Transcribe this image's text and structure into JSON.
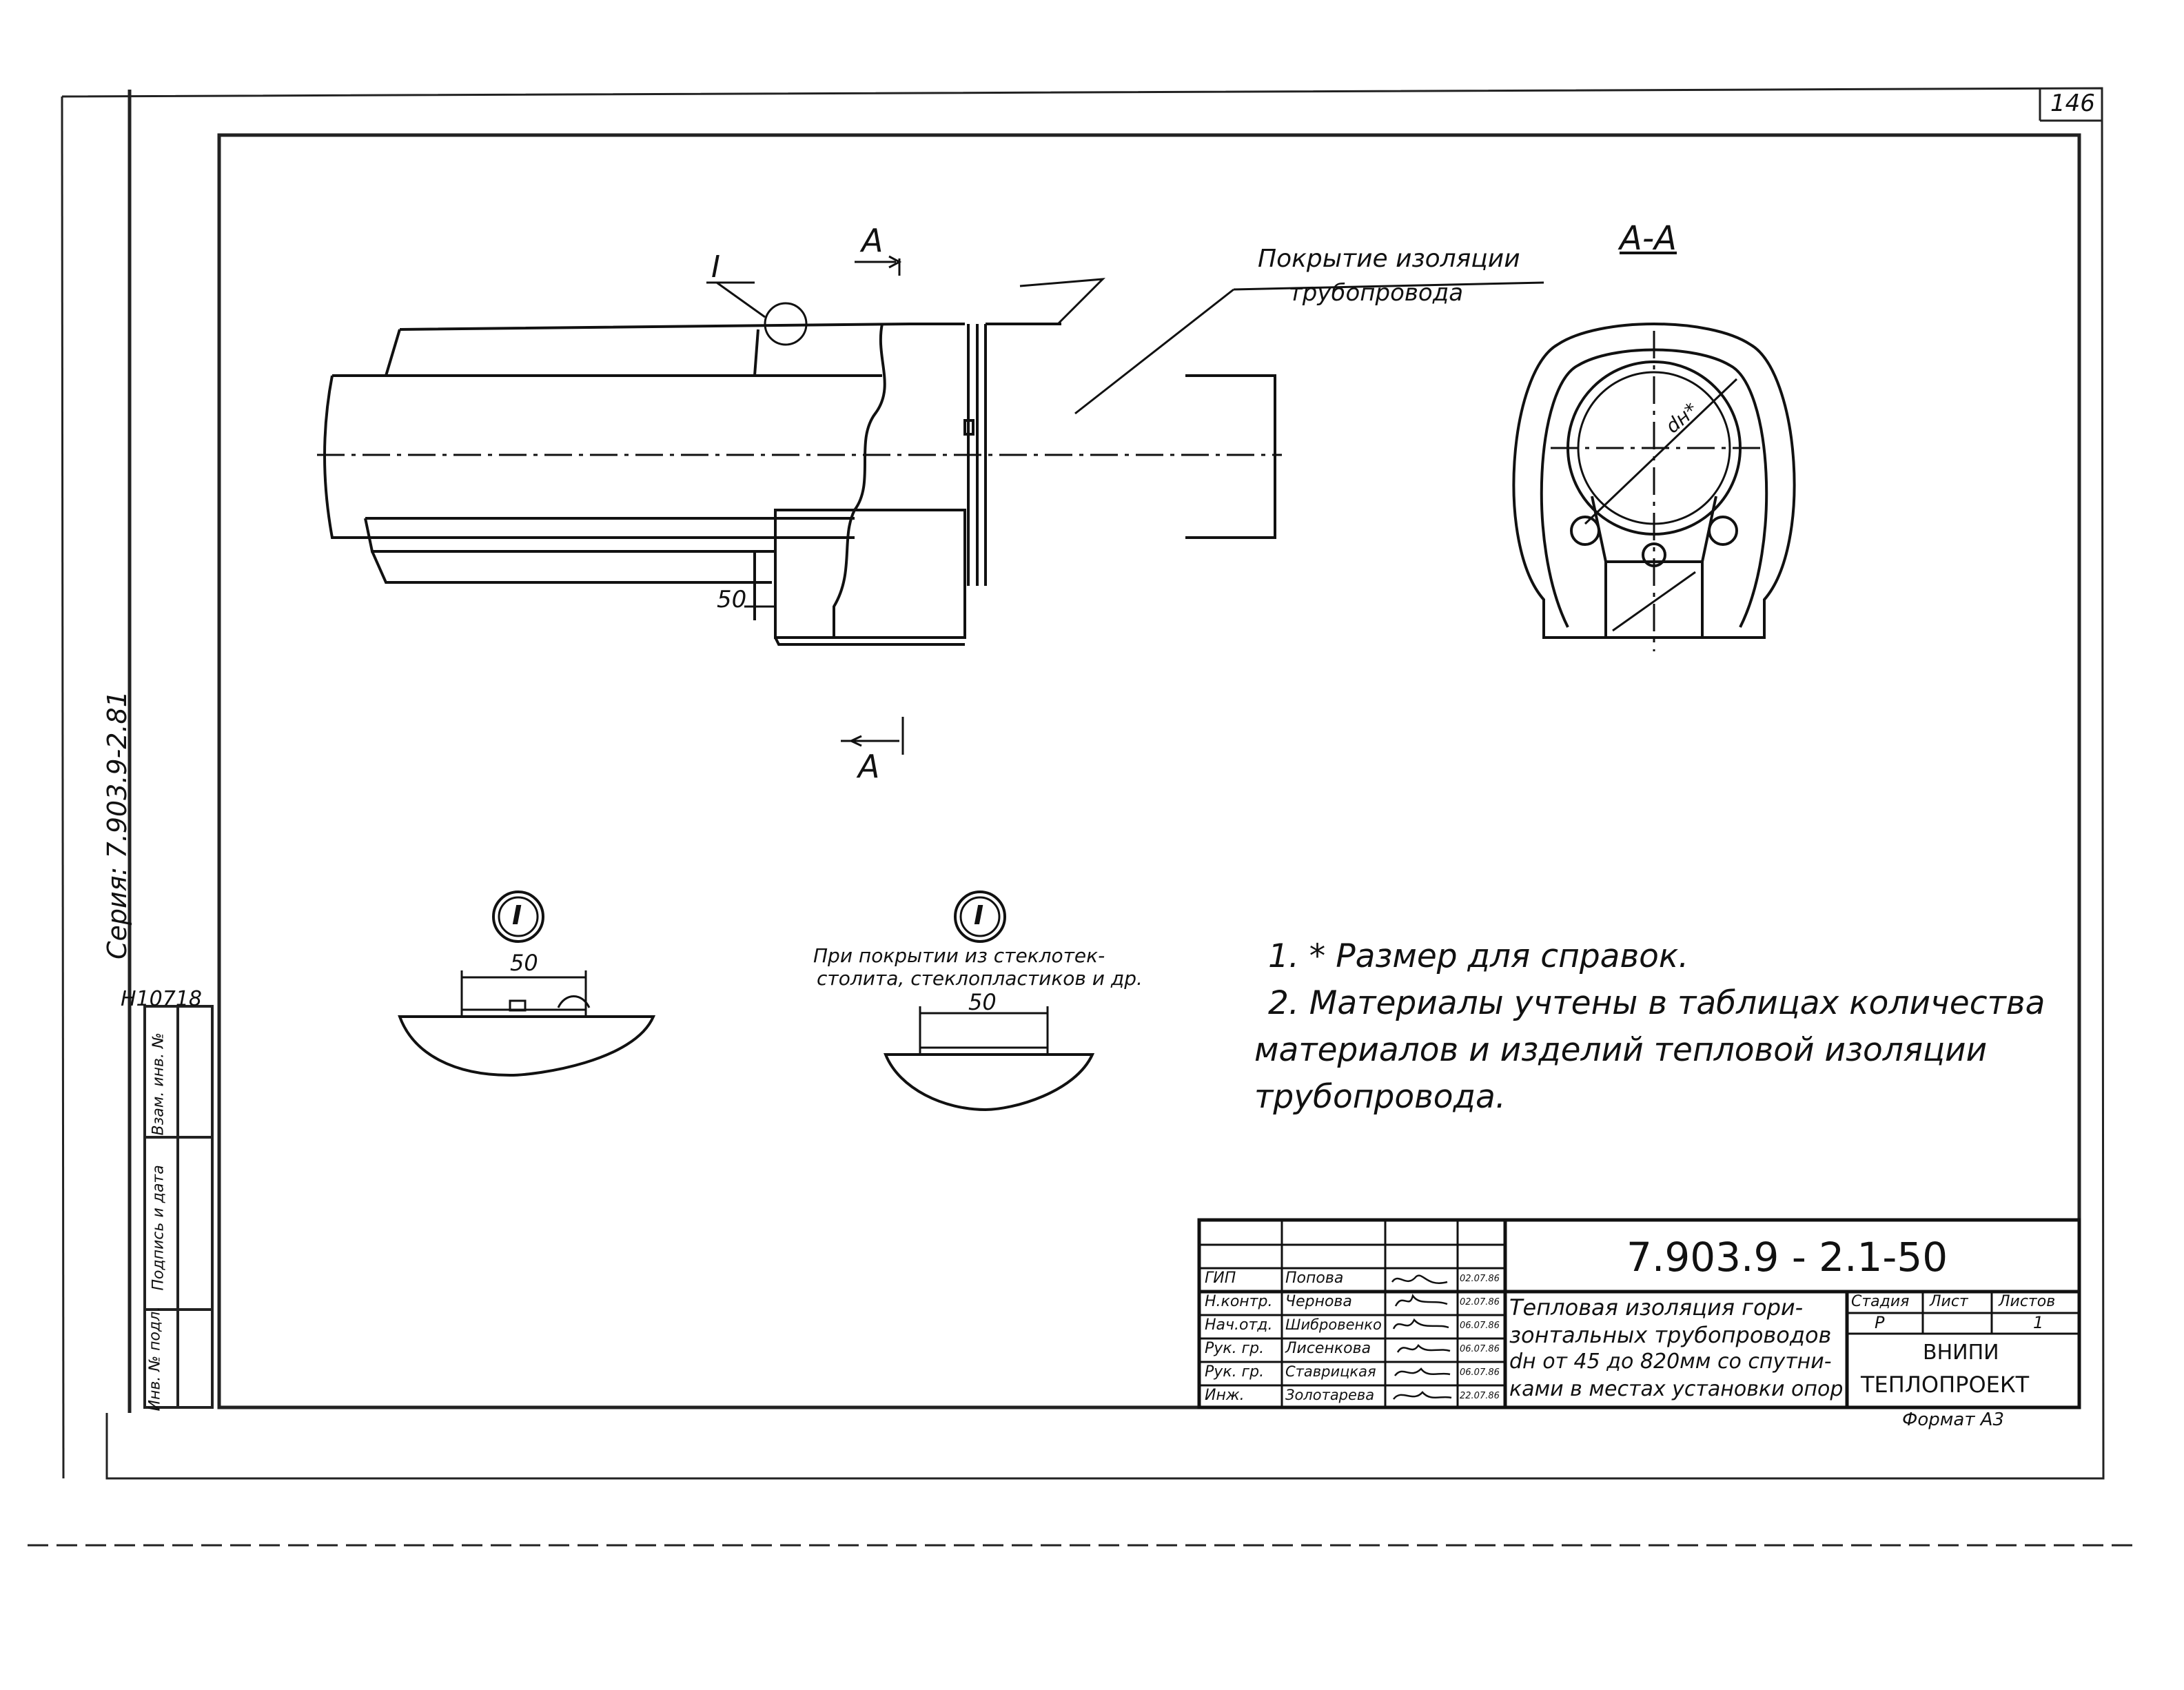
{
  "sheet_number": "146",
  "section_label": "А-А",
  "section_mark_top": "А",
  "section_mark_bottom": "А",
  "detail_mark": "I",
  "coating_label": {
    "line1": "Покрытие изоляции",
    "line2": "трубопровода"
  },
  "dimension_main": "50",
  "diameter_label": "dн*",
  "detail_left": {
    "mark": "I",
    "dimension": "50"
  },
  "detail_right": {
    "mark": "I",
    "caption_line1": "При покрытии из стеклотек-",
    "caption_line2": "столита, стеклопластиков и др.",
    "dimension": "50"
  },
  "notes": [
    "1. * Размер   для  справок.",
    "2.  Материалы  учтены  в  таблицах  количества",
    "материалов  и  изделий  тепловой   изоляции",
    "трубопровода."
  ],
  "series_label": "Серия: 7.903.9-2.81",
  "inventory_number": "Н10718",
  "side_stamp": [
    "Инв. № подл.",
    "Подпись и дата",
    "Взам. инв. №"
  ],
  "title_block": {
    "doc_code": "7.903.9 - 2.1-50",
    "description": [
      "Тепловая изоляция гори-",
      "зонтальных трубопроводов",
      "dн от 45 до 820мм со спутни-",
      "ками в местах установки опор"
    ],
    "stage_header": "Стадия",
    "sheet_header": "Лист",
    "sheets_header": "Листов",
    "stage": "Р",
    "sheet": "",
    "sheets": "1",
    "org_line1": "ВНИПИ",
    "org_line2": "ТЕПЛОПРОЕКТ",
    "format": "Формат А3",
    "people": [
      {
        "role": "ГИП",
        "name": "Попова",
        "date": "02.07.86"
      },
      {
        "role": "Н.контр.",
        "name": "Чернова",
        "date": "02.07.86"
      },
      {
        "role": "Нач.отд.",
        "name": "Шибровенко",
        "date": "06.07.86"
      },
      {
        "role": "Рук. гр.",
        "name": "Лисенкова",
        "date": "06.07.86"
      },
      {
        "role": "Рук. гр.",
        "name": "Ставрицкая",
        "date": "06.07.86"
      },
      {
        "role": "Инж.",
        "name": "Золотарева",
        "date": "22.07.86"
      }
    ]
  }
}
